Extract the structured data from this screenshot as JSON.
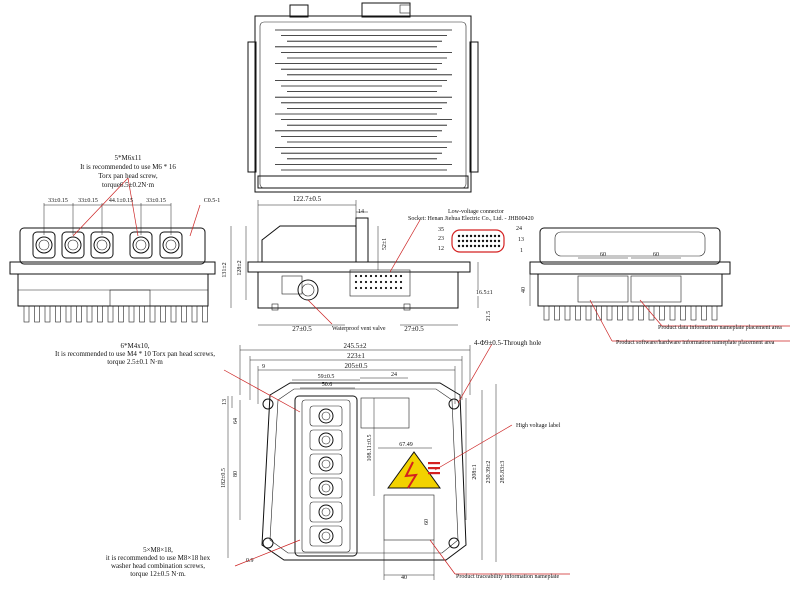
{
  "annotations": {
    "front_screws_qty": "5*M6x11",
    "front_screws_recommend": "It is recommended to use M6 * 16",
    "front_screws_type": "Torx pan head screw,",
    "front_screws_torque": "torque6.5±0.2N·m",
    "bottom_screws_qty": "6*M4x10,",
    "bottom_screws_recommend": "It is recommended to use M4 * 10 Torx pan head screws,",
    "bottom_screws_torque": "torque 2.5±0.1 N·m",
    "hex_screws_qty": "5×M8×18,",
    "hex_screws_recommend": "it is recommended to use M8×18 hex",
    "hex_screws_type": "washer head combination screws,",
    "hex_screws_torque": "torque 12±0.5 N·m.",
    "through_hole": "4-Φ9±0.5-Through hole",
    "lv_connector_title": "Low-voltage connector",
    "lv_connector_socket": "Socket: Henan Jiehua Electric Co., Ltd. - JHB00420",
    "waterproof_valve": "Waterproof vent valve",
    "product_data_nameplate": "Product data information nameplate placement area",
    "product_sw_nameplate": "Product software/hardware information nameplate placement area",
    "high_voltage_label": "High voltage label",
    "traceability_nameplate": "Product traceability information nameplate"
  },
  "dimensions": {
    "front_pitch_1": "33±0.15",
    "front_pitch_2": "33±0.15",
    "front_pitch_3": "44.1±0.15",
    "front_pitch_4": "33±0.15",
    "front_chamfer": "C0.5-1",
    "side_width": "122.7±0.5",
    "side_14": "14",
    "side_height_131": "131±2",
    "side_height_128": "128±2",
    "side_52": "52±1",
    "side_27_left": "27±0.5",
    "side_27_right": "27±0.5",
    "side_16_5": "16.5±1",
    "side_21_5": "21.5",
    "pin_35": "35",
    "pin_24": "24",
    "pin_23": "23",
    "pin_13": "13",
    "pin_12": "12",
    "pin_1": "1",
    "rear_60_left": "60",
    "rear_60_right": "60",
    "rear_40": "40",
    "bottom_245": "245.5±2",
    "bottom_223": "223±1",
    "bottom_205": "205±0.5",
    "bottom_9": "9",
    "bottom_59": "59±0.5",
    "bottom_24": "24",
    "bottom_small": "50.6",
    "bottom_13": "13",
    "bottom_64": "64",
    "bottom_80": "80",
    "bottom_182": "182±0.5",
    "bottom_108": "108.11±0.5",
    "bottom_67": "67.49",
    "bottom_208": "208±1",
    "bottom_230": "230.39±2",
    "bottom_285": "285.83±3",
    "bottom_60": "60",
    "bottom_40": "40",
    "bottom_0_9": "0.9"
  },
  "colors": {
    "line": "#111111",
    "leader": "#cc2222",
    "warning_yellow": "#f2d200",
    "warning_red": "#d42020",
    "connector_red": "#d42020"
  }
}
